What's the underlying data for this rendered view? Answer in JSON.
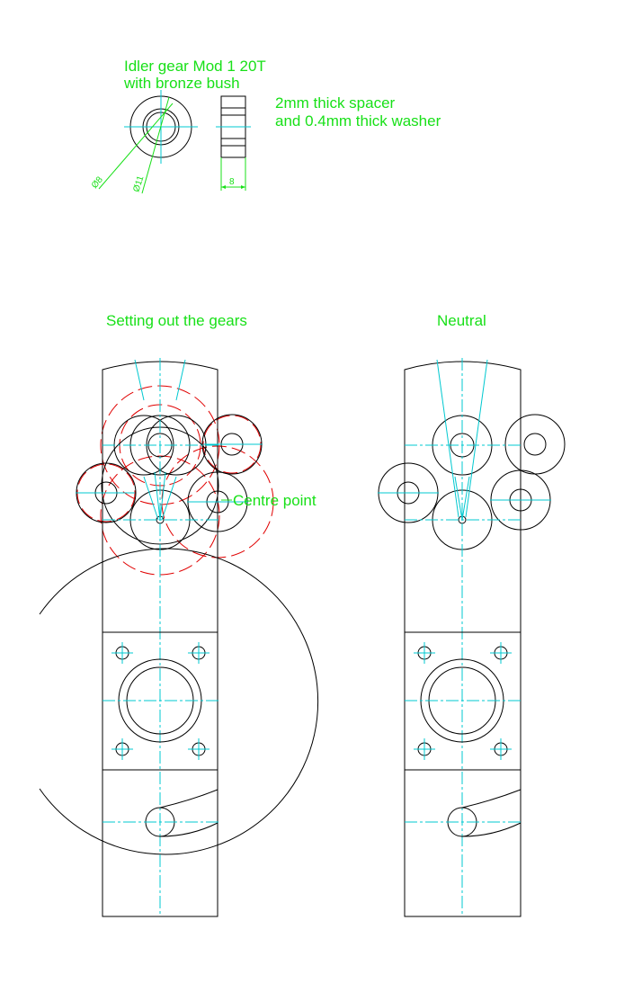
{
  "labels": {
    "idler_line1": "Idler gear Mod 1 20T",
    "idler_line2": "with bronze bush",
    "spacer_line1": "2mm thick spacer",
    "spacer_line2": "and 0.4mm thick washer",
    "dim_bore": "Ø8",
    "dim_outer": "Ø11",
    "dim_width": "8",
    "setting_out": "Setting out the gears",
    "neutral": "Neutral",
    "centre_point": "Centre point"
  },
  "colors": {
    "text_and_dimensions": "#18e018",
    "outlines": "#000000",
    "centre_lines": "#00c8d0",
    "construction_circles": "#e00000"
  }
}
